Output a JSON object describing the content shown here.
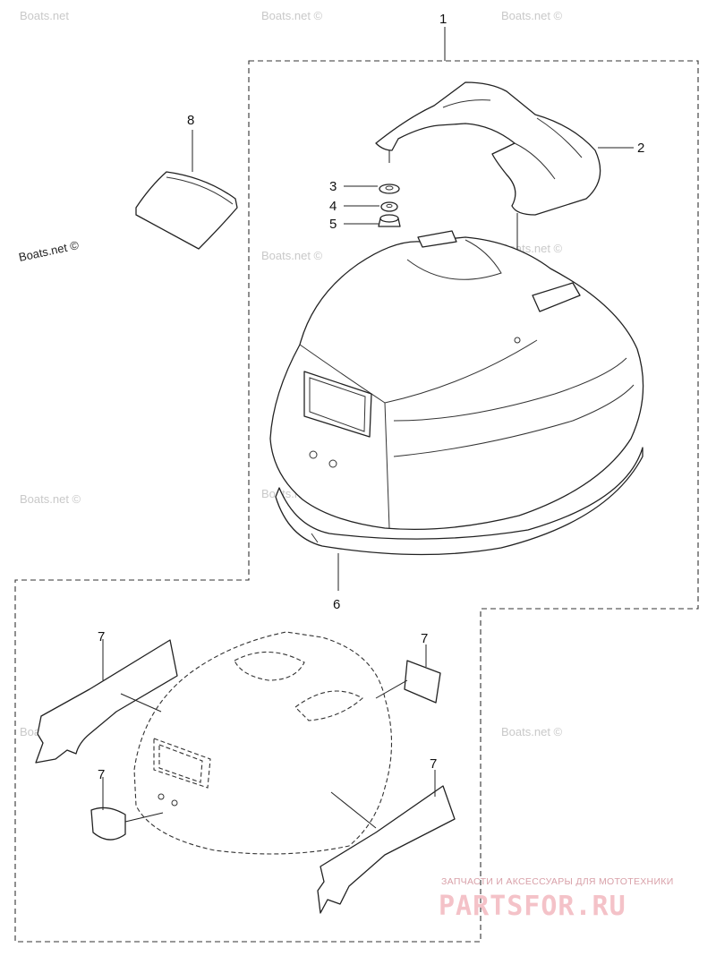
{
  "callouts": {
    "c1": "1",
    "c2": "2",
    "c3": "3",
    "c4": "4",
    "c5": "5",
    "c6": "6",
    "c7": "7",
    "c8": "8"
  },
  "watermarks": {
    "short": "Boats.net",
    "full": "Boats.net ©"
  },
  "brand": {
    "tagline": "ЗАПЧАСТИ И АКСЕССУАРЫ ДЛЯ МОТОТЕХНИКИ",
    "name": "PARTSFOR.RU",
    "color": "#f4c2c8"
  }
}
